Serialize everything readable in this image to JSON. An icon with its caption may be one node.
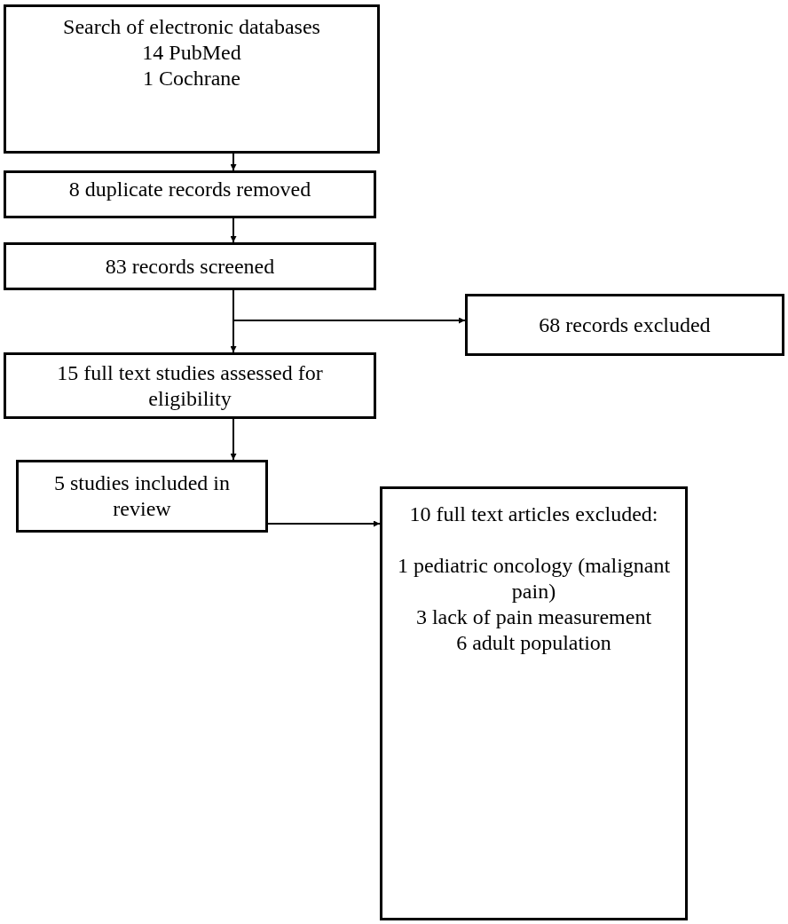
{
  "diagram": {
    "nodes": [
      {
        "text": [
          "Search of electronic databases",
          "14 PubMed",
          "1 Cochrane"
        ]
      },
      {
        "text": [
          "8 duplicate records removed"
        ]
      },
      {
        "text": [
          "83 records screened"
        ]
      },
      {
        "text": [
          "68 records excluded"
        ]
      },
      {
        "text": [
          "15 full text studies assessed for eligibility"
        ]
      },
      {
        "text": [
          "5 studies included in review"
        ]
      },
      {
        "text": [
          "10 full text articles excluded:",
          "1 pediatric oncology (malignant pain)",
          "3 lack of pain measurement",
          "6 adult population"
        ]
      }
    ],
    "edges": [
      {
        "from": 0,
        "to": 1,
        "arrow": "to"
      },
      {
        "from": 1,
        "to": 2,
        "arrow": "to"
      },
      {
        "from": 2,
        "to": 4,
        "arrow": "to"
      },
      {
        "from": 2,
        "to": 3,
        "arrow": "to"
      },
      {
        "from": 4,
        "to": 5,
        "arrow": "to"
      },
      {
        "from": 5,
        "to": 6,
        "arrow": "to"
      }
    ]
  }
}
